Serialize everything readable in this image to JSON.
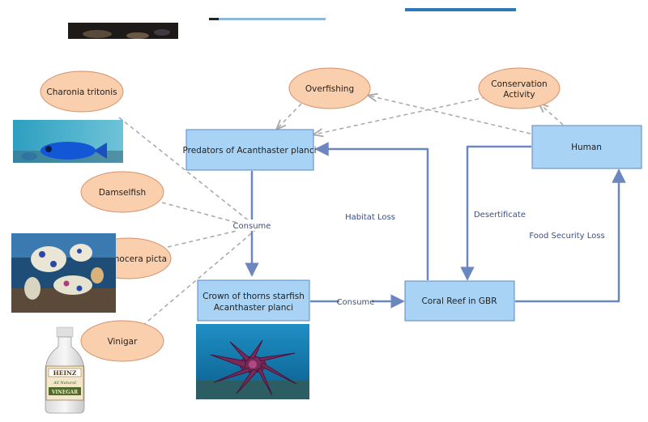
{
  "colors": {
    "box_fill": "#a9d3f5",
    "box_stroke": "#5c86c4",
    "ellipse_fill": "#f9cfae",
    "ellipse_stroke": "#d4926a",
    "arrow_solid": "#6c87c0",
    "arrow_dashed": "#a7a7a7"
  },
  "boxes": {
    "predators": "Predators of Acanthaster planci",
    "cots_line1": "Crown of thorns starfish",
    "cots_line2": "Acanthaster planci",
    "reef": "Coral Reef in GBR",
    "human": "Human"
  },
  "ellipses": {
    "charonia": "Charonia tritonis",
    "damselfish": "Damselfish",
    "hymenocera": "Hymenocera picta",
    "vinigar": "Vinigar",
    "overfishing": "Overfishing",
    "conservation_line1": "Conservation",
    "conservation_line2": "Activity"
  },
  "edge_labels": {
    "consume_hub": "Consume",
    "consume_reef": "Consume",
    "habitat_loss": "Habitat Loss",
    "desertificate": "Desertificate",
    "food_security_loss": "Food Security Loss"
  },
  "images": {
    "blue_fish": "blue damselfish photo",
    "harlequin_shrimp": "harlequin shrimp photo",
    "vinegar_bottle": "vinegar bottle",
    "vinegar_brand": "HEINZ",
    "vinegar_sub": "All Natural",
    "vinegar_label": "VINEGAR",
    "starfish": "crown of thorns starfish photo",
    "top_strip": "reef photo strip"
  }
}
